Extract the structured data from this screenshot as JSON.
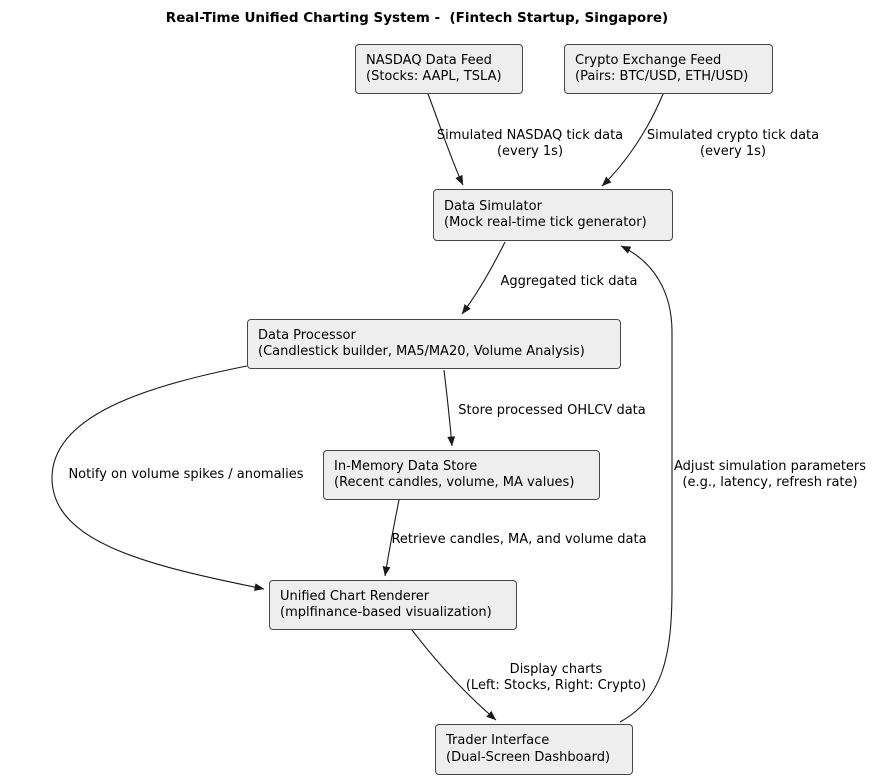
{
  "title": "Real-Time Unified Charting System -  (Fintech Startup, Singapore)",
  "colors": {
    "background": "#ffffff",
    "node_fill": "#eeeeee",
    "node_border": "#464646",
    "edge_stroke": "#1a1a1a",
    "text": "#000000"
  },
  "nodes": [
    {
      "id": "nasdaq-feed",
      "line1": "NASDAQ Data Feed",
      "line2": "(Stocks: AAPL, TSLA)"
    },
    {
      "id": "crypto-feed",
      "line1": "Crypto Exchange Feed",
      "line2": "(Pairs: BTC/USD, ETH/USD)"
    },
    {
      "id": "data-simulator",
      "line1": "Data Simulator",
      "line2": "(Mock real-time tick generator)"
    },
    {
      "id": "data-processor",
      "line1": "Data Processor",
      "line2": "(Candlestick builder, MA5/MA20, Volume Analysis)"
    },
    {
      "id": "in-memory-store",
      "line1": "In-Memory Data Store",
      "line2": "(Recent candles, volume, MA values)"
    },
    {
      "id": "chart-renderer",
      "line1": "Unified Chart Renderer",
      "line2": "(mplfinance-based visualization)"
    },
    {
      "id": "trader-interface",
      "line1": "Trader Interface",
      "line2": "(Dual-Screen Dashboard)"
    }
  ],
  "edges": [
    {
      "from": "nasdaq-feed",
      "to": "data-simulator",
      "label_line1": "Simulated NASDAQ tick data",
      "label_line2": "(every 1s)"
    },
    {
      "from": "crypto-feed",
      "to": "data-simulator",
      "label_line1": "Simulated crypto tick data",
      "label_line2": "(every 1s)"
    },
    {
      "from": "data-simulator",
      "to": "data-processor",
      "label_line1": "Aggregated tick data",
      "label_line2": ""
    },
    {
      "from": "data-processor",
      "to": "in-memory-store",
      "label_line1": "Store processed OHLCV data",
      "label_line2": ""
    },
    {
      "from": "in-memory-store",
      "to": "chart-renderer",
      "label_line1": "Retrieve candles, MA, and volume data",
      "label_line2": ""
    },
    {
      "from": "data-processor",
      "to": "chart-renderer",
      "label_line1": "Notify on volume spikes / anomalies",
      "label_line2": ""
    },
    {
      "from": "chart-renderer",
      "to": "trader-interface",
      "label_line1": "Display charts",
      "label_line2": "(Left: Stocks, Right: Crypto)"
    },
    {
      "from": "trader-interface",
      "to": "data-simulator",
      "label_line1": "Adjust simulation parameters",
      "label_line2": "(e.g., latency, refresh rate)"
    }
  ]
}
